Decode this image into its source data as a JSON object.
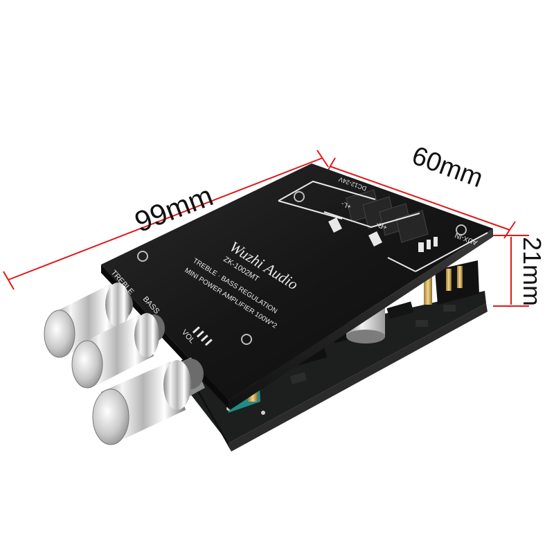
{
  "dimensions": {
    "length": "99mm",
    "width": "60mm",
    "height": "21mm"
  },
  "board": {
    "brand": "Wuzhi Audio",
    "model": "ZK-1002MT",
    "line1": "TREBLE · BASS REGULATION",
    "line2": "MINI POWER AMPLIFIER 100W*2",
    "aux_label": "AUX-IN",
    "power_label": "DC12-24V",
    "right_channel": "+R-",
    "left_channel": "+L-"
  },
  "knobs": {
    "treble_label": "TREBLE",
    "bass_label": "BASS",
    "volume_label": "VOL"
  },
  "colors": {
    "dimension_line": "#e01818",
    "board": "#151515",
    "pcb": "#1d1f1f",
    "knob": "#c8c8c8"
  }
}
